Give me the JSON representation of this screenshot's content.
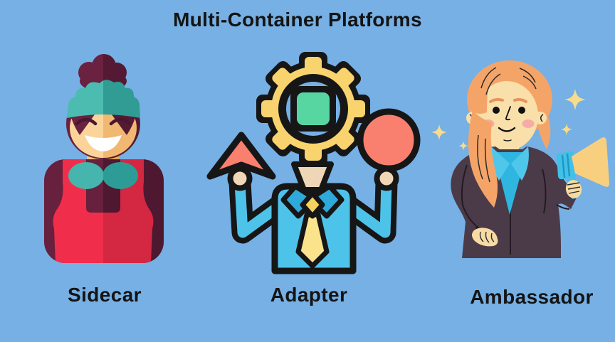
{
  "title": "Multi-Container Platforms",
  "patterns": [
    {
      "label": "Sidecar",
      "illustration": "flat-woman-avatar"
    },
    {
      "label": "Adapter",
      "illustration": "gear-head-person-with-shapes"
    },
    {
      "label": "Ambassador",
      "illustration": "woman-with-megaphone"
    }
  ],
  "colors": {
    "background": "#76B0E5",
    "text": "#141414",
    "sidecar_hair": "#6B2140",
    "sidecar_headband": "#4CBCB1",
    "sidecar_dress_red": "#F02E4C",
    "sidecar_shoulders": "#67203E",
    "sidecar_skin": "#FBD49A",
    "adapter_outline": "#161616",
    "adapter_gear_yellow": "#F9D36D",
    "adapter_chip_green": "#57D6A1",
    "adapter_shape_salmon": "#F9806F",
    "adapter_shirt_blue": "#4EC3EA",
    "adapter_tie_yellow": "#FBE38C",
    "ambassador_hair": "#F5A468",
    "ambassador_skin": "#F9E0AB",
    "ambassador_jacket": "#4B3B49",
    "ambassador_shirt": "#2EB6E0",
    "ambassador_megaphone": "#F8CF7F",
    "ambassador_megaphone_blue": "#41C0E8",
    "sparkle_yellow": "#F6DC8B"
  }
}
